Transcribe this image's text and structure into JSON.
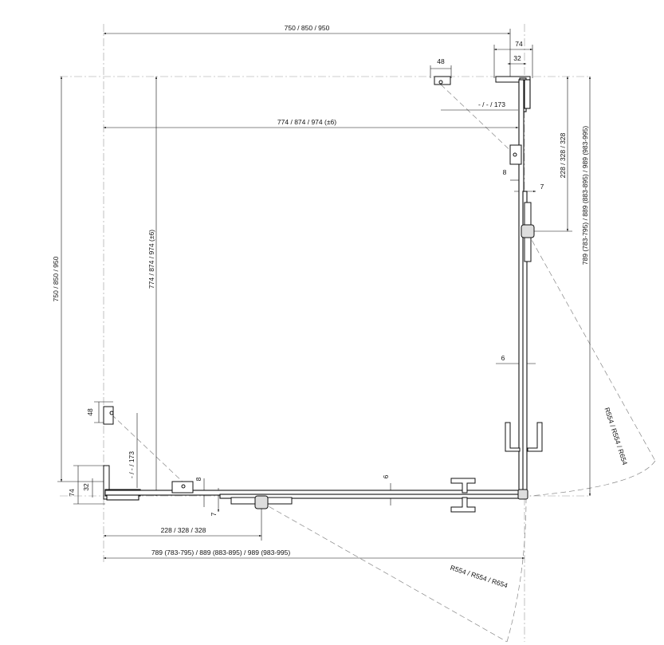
{
  "dimensions": {
    "top_width": "750 / 850 / 950",
    "top_74": "74",
    "top_32": "32",
    "top_48": "48",
    "top_offset": "- / - / 173",
    "inner_width": "774 / 874 / 974 (±6)",
    "right_228": "228 / 328 / 328",
    "right_8": "8",
    "right_7": "7",
    "right_outer": "789 (783-795) / 889 (883-895) / 989 (983-995)",
    "right_6": "6",
    "right_radius": "R554 / R554 / R654",
    "left_height": "750 / 850 / 950",
    "inner_height": "774 / 874 / 974 (±6)",
    "left_48": "48",
    "left_32": "32",
    "left_74": "74",
    "left_offset": "- / - / 173",
    "bottom_8": "8",
    "bottom_7": "7",
    "bottom_6": "6",
    "bottom_228": "228 / 328 / 328",
    "bottom_outer": "789 (783-795) / 889 (883-895) / 989 (983-995)",
    "bottom_radius": "R554 / R554 / R654"
  }
}
